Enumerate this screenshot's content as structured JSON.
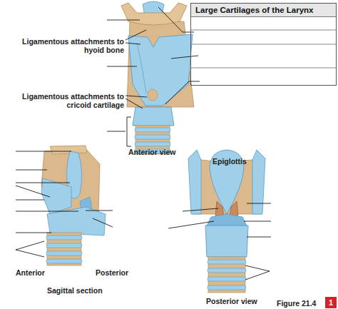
{
  "diagram": {
    "nodes": [
      {
        "text": [
          "Large Cartilages of the Larynx"
        ]
      },
      {
        "text": [
          "1"
        ]
      }
    ],
    "labels": [
      "Ligamentous attachments to hyoid bone",
      "Ligamentous attachments to cricoid cartilage",
      "Anterior view",
      "Epiglottis",
      "Anterior",
      "Posterior",
      "Sagittal section",
      "Posterior view",
      "Figure 21.4"
    ]
  }
}
